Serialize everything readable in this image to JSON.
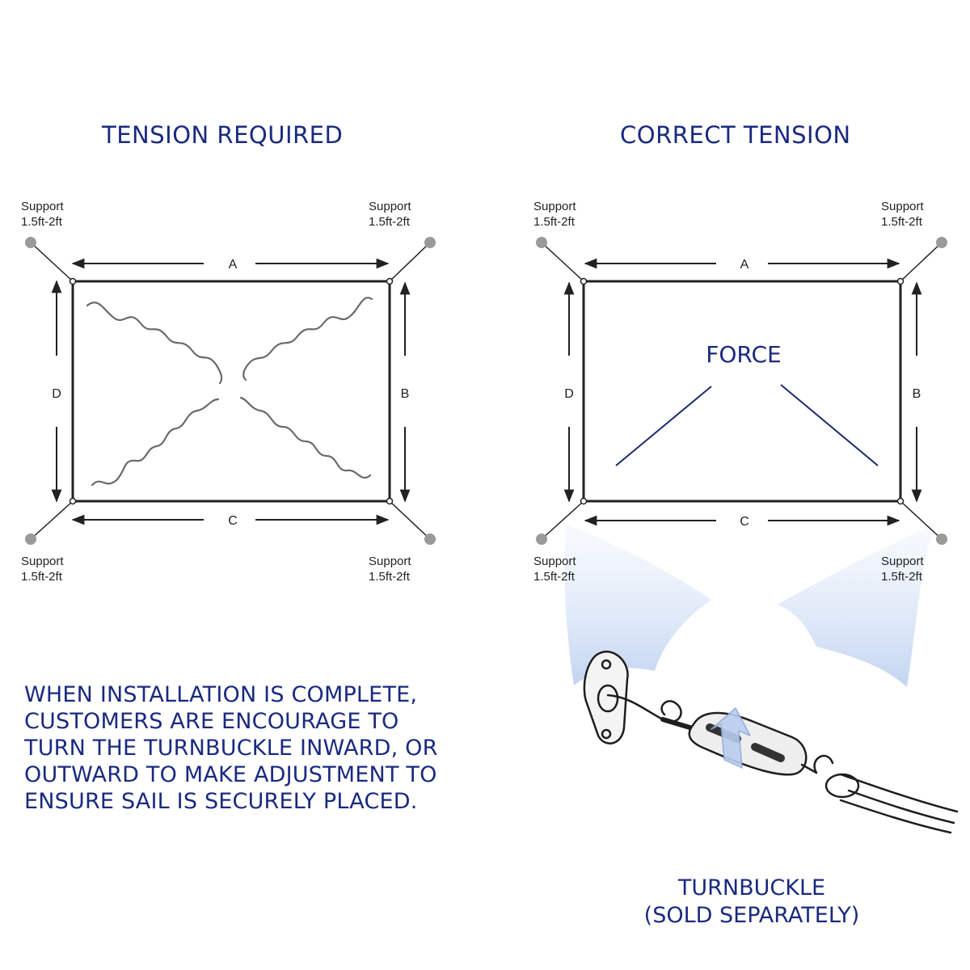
{
  "left_panel": {
    "title": "TENSION REQUIRED",
    "supports": {
      "top_left": {
        "name": "Support",
        "distance": "1.5ft-2ft"
      },
      "top_right": {
        "name": "Support",
        "distance": "1.5ft-2ft"
      },
      "bottom_left": {
        "name": "Support",
        "distance": "1.5ft-2ft"
      },
      "bottom_right": {
        "name": "Support",
        "distance": "1.5ft-2ft"
      }
    },
    "dimensions": {
      "top": "A",
      "right": "B",
      "bottom": "C",
      "left": "D"
    }
  },
  "right_panel": {
    "title": "CORRECT TENSION",
    "force_label": "FORCE",
    "supports": {
      "top_left": {
        "name": "Support",
        "distance": "1.5ft-2ft"
      },
      "top_right": {
        "name": "Support",
        "distance": "1.5ft-2ft"
      },
      "bottom_left": {
        "name": "Support",
        "distance": "1.5ft-2ft"
      },
      "bottom_right": {
        "name": "Support",
        "distance": "1.5ft-2ft"
      }
    },
    "dimensions": {
      "top": "A",
      "right": "B",
      "bottom": "C",
      "left": "D"
    }
  },
  "instructions": {
    "lines": [
      "WHEN INSTALLATION IS COMPLETE,",
      "CUSTOMERS ARE ENCOURAGE TO",
      "TURN THE TURNBUCKLE INWARD, OR",
      "OUTWARD TO MAKE ADJUSTMENT TO",
      "ENSURE SAIL IS SECURELY PLACED."
    ]
  },
  "turnbuckle": {
    "line1": "TURNBUCKLE",
    "line2": "(SOLD SEPARATELY)"
  },
  "colors": {
    "heading": "#1a2a80",
    "line": "#222222",
    "support_dot": "#9a9a9a",
    "highlight": "#c9d8f0"
  }
}
